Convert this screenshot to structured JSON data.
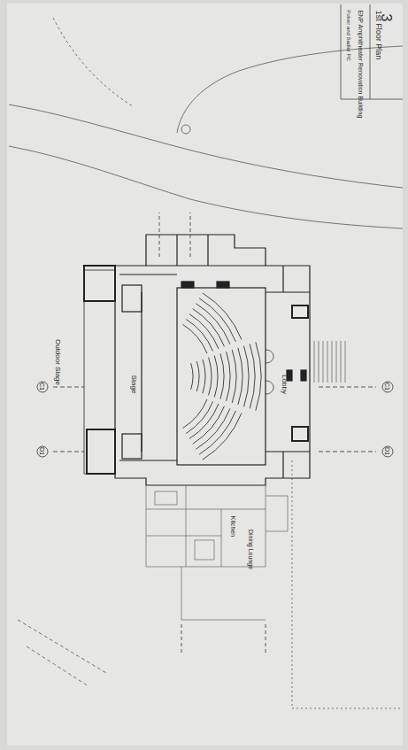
{
  "diagram": {
    "nodes": [
      {
        "text": [
          "Pulver and Sadler PC",
          "ENP Amphitheater Renovation Building",
          "1st Floor Plan"
        ]
      },
      {
        "text": [
          "Outdoor Stage"
        ]
      },
      {
        "text": [
          "Stage"
        ]
      },
      {
        "text": [
          "Lobby"
        ]
      },
      {
        "text": [
          "Kitchen"
        ]
      },
      {
        "text": [
          "Dining Lounge"
        ]
      }
    ],
    "labels": [
      "3",
      "C1",
      "C1",
      "D1",
      "D1"
    ]
  }
}
